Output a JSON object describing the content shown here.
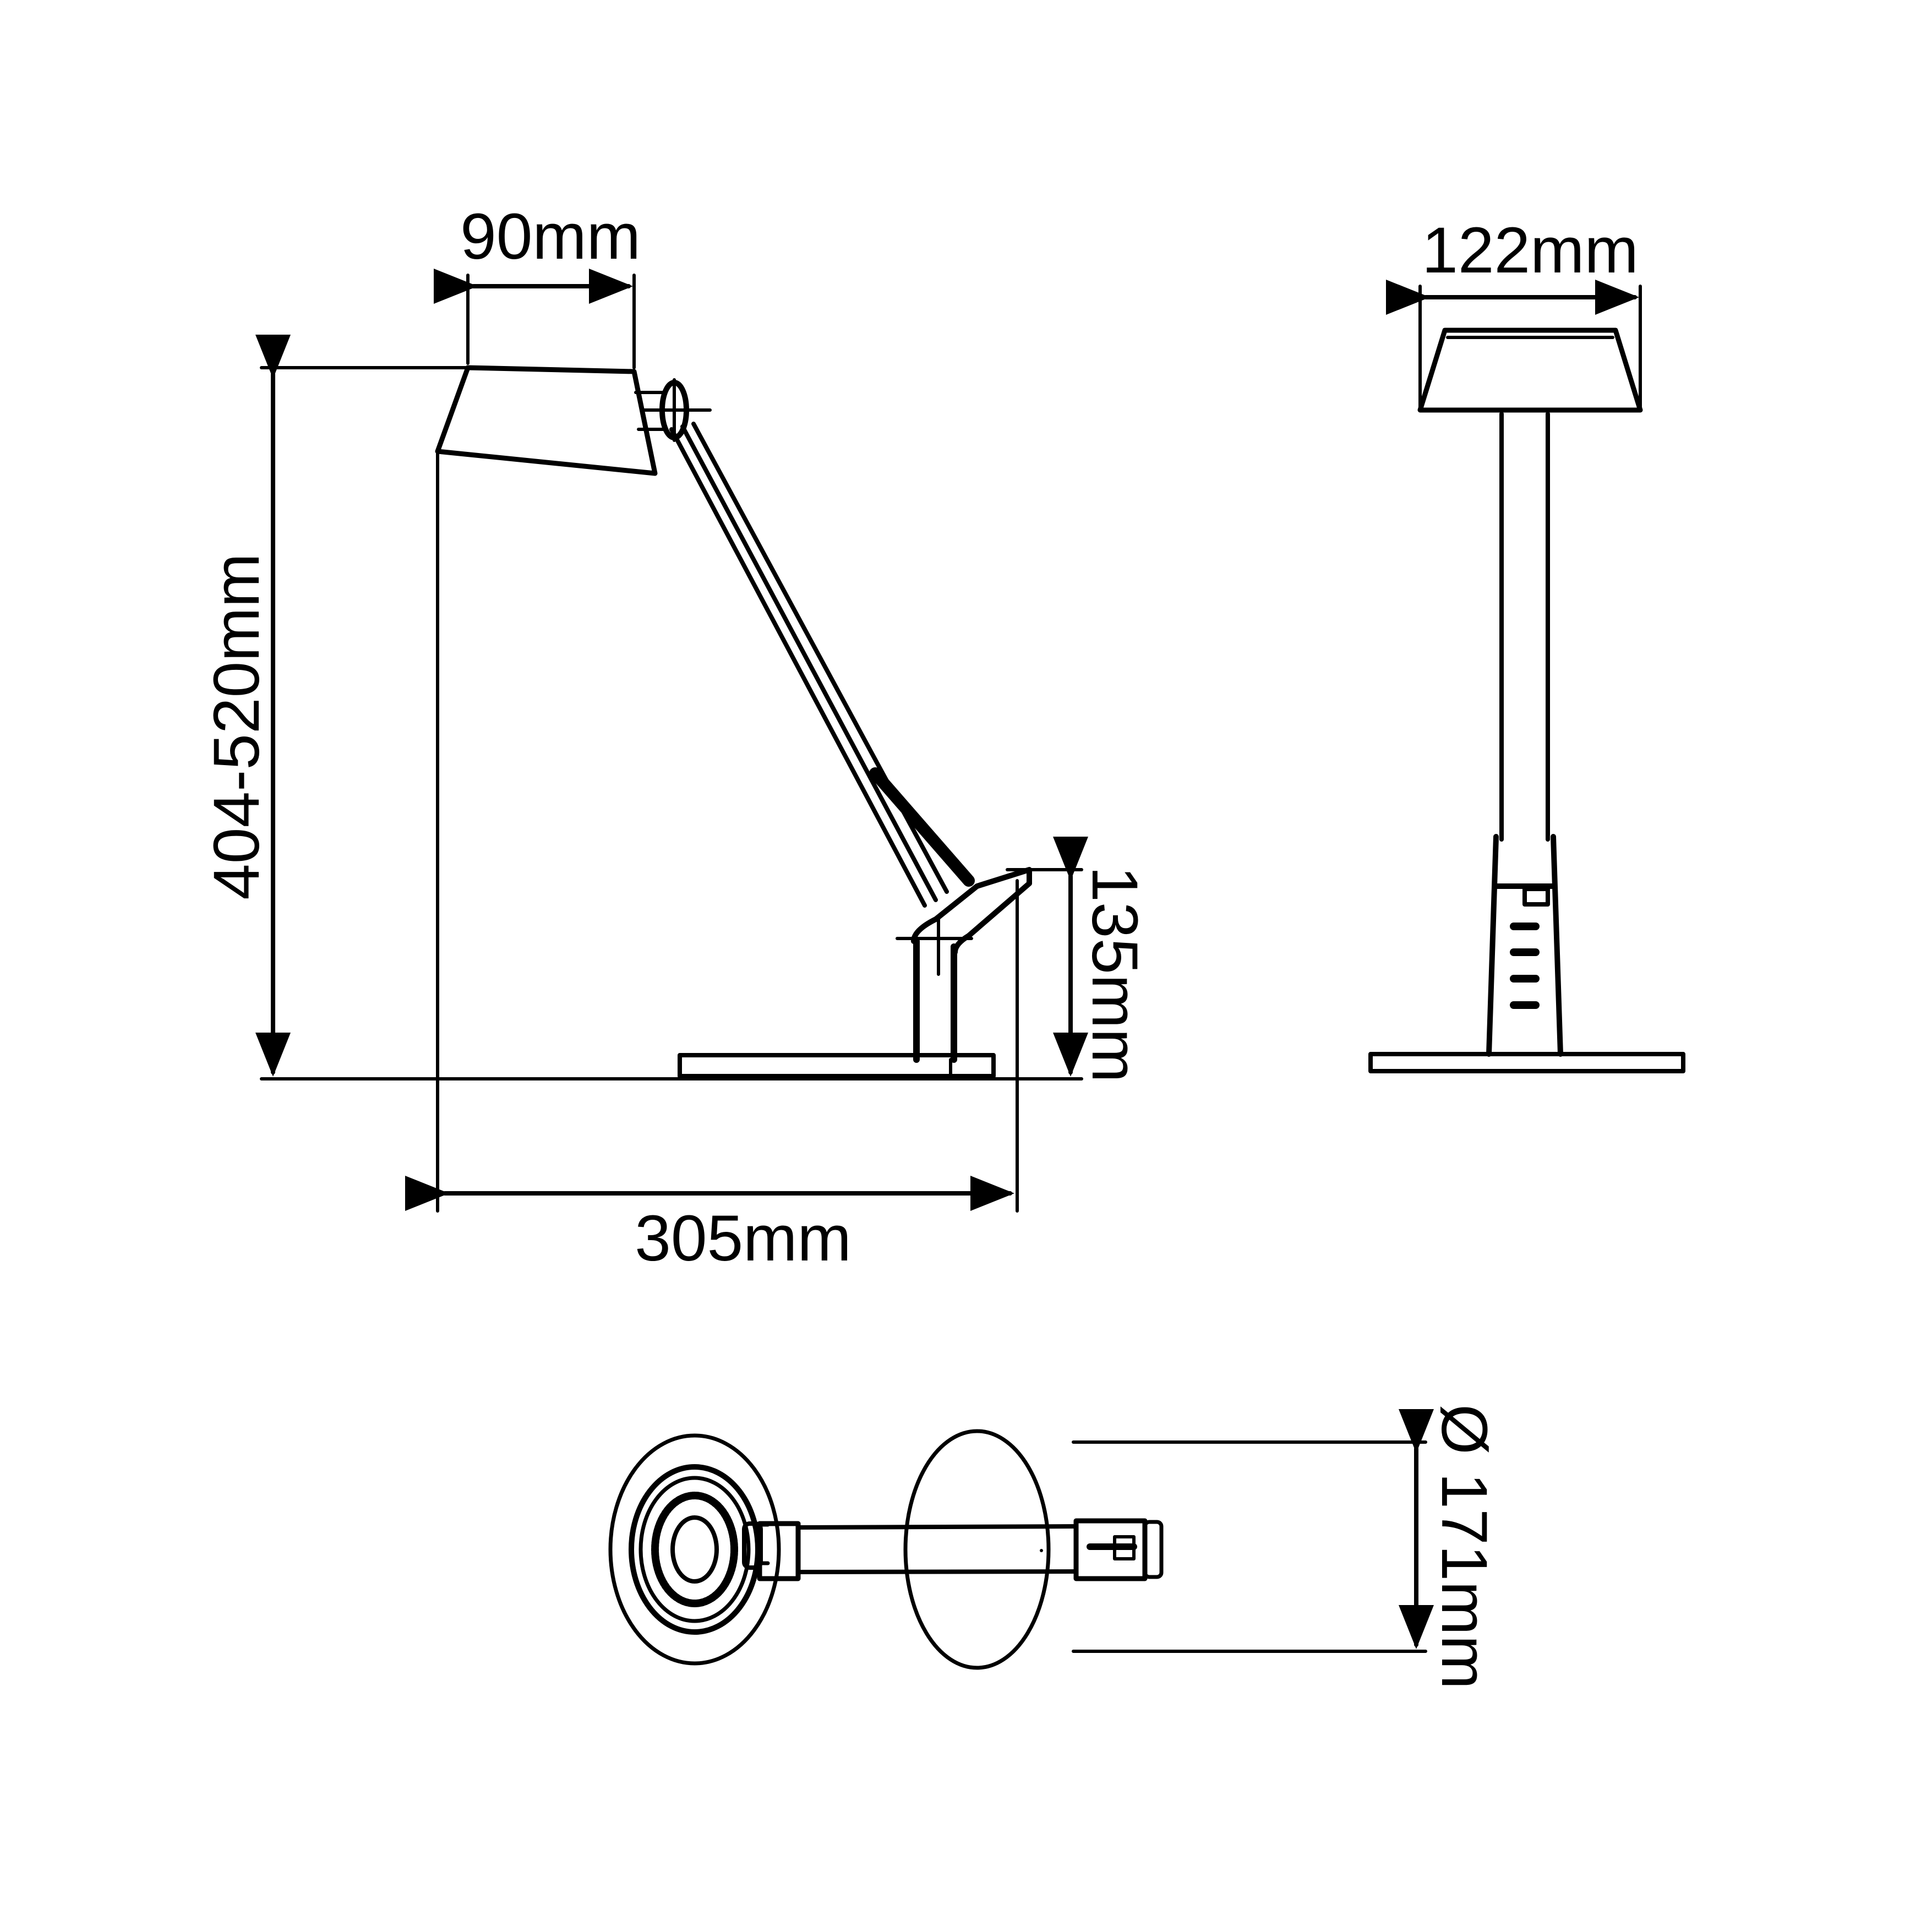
{
  "drawing": {
    "type": "technical-dimension-drawing",
    "subject": "adjustable desk lamp",
    "line_color": "#000000",
    "background": "#ffffff"
  },
  "views": {
    "side": {
      "dimensions": {
        "shade_width": "90mm",
        "height_range": "404-520mm",
        "base_joint_height": "135mm",
        "total_depth": "305mm"
      }
    },
    "front": {
      "dimensions": {
        "shade_width": "122mm"
      }
    },
    "top": {
      "dimensions": {
        "base_diameter": "Ø 171mm"
      }
    }
  }
}
